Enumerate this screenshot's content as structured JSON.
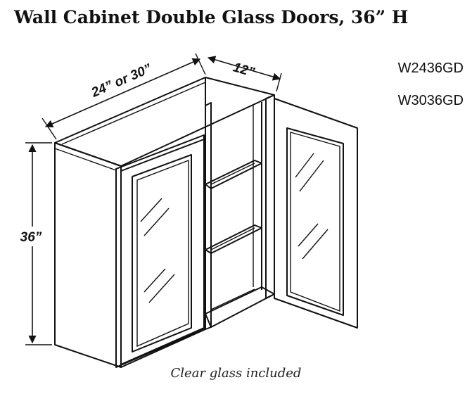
{
  "title": "Wall Cabinet Double Glass Doors, 36” H",
  "models": [
    "W2436GD",
    "W3036GD"
  ],
  "dimensions": {
    "width": "24” or 30”",
    "depth": "12”",
    "height": "36”"
  },
  "caption": "Clear glass included"
}
